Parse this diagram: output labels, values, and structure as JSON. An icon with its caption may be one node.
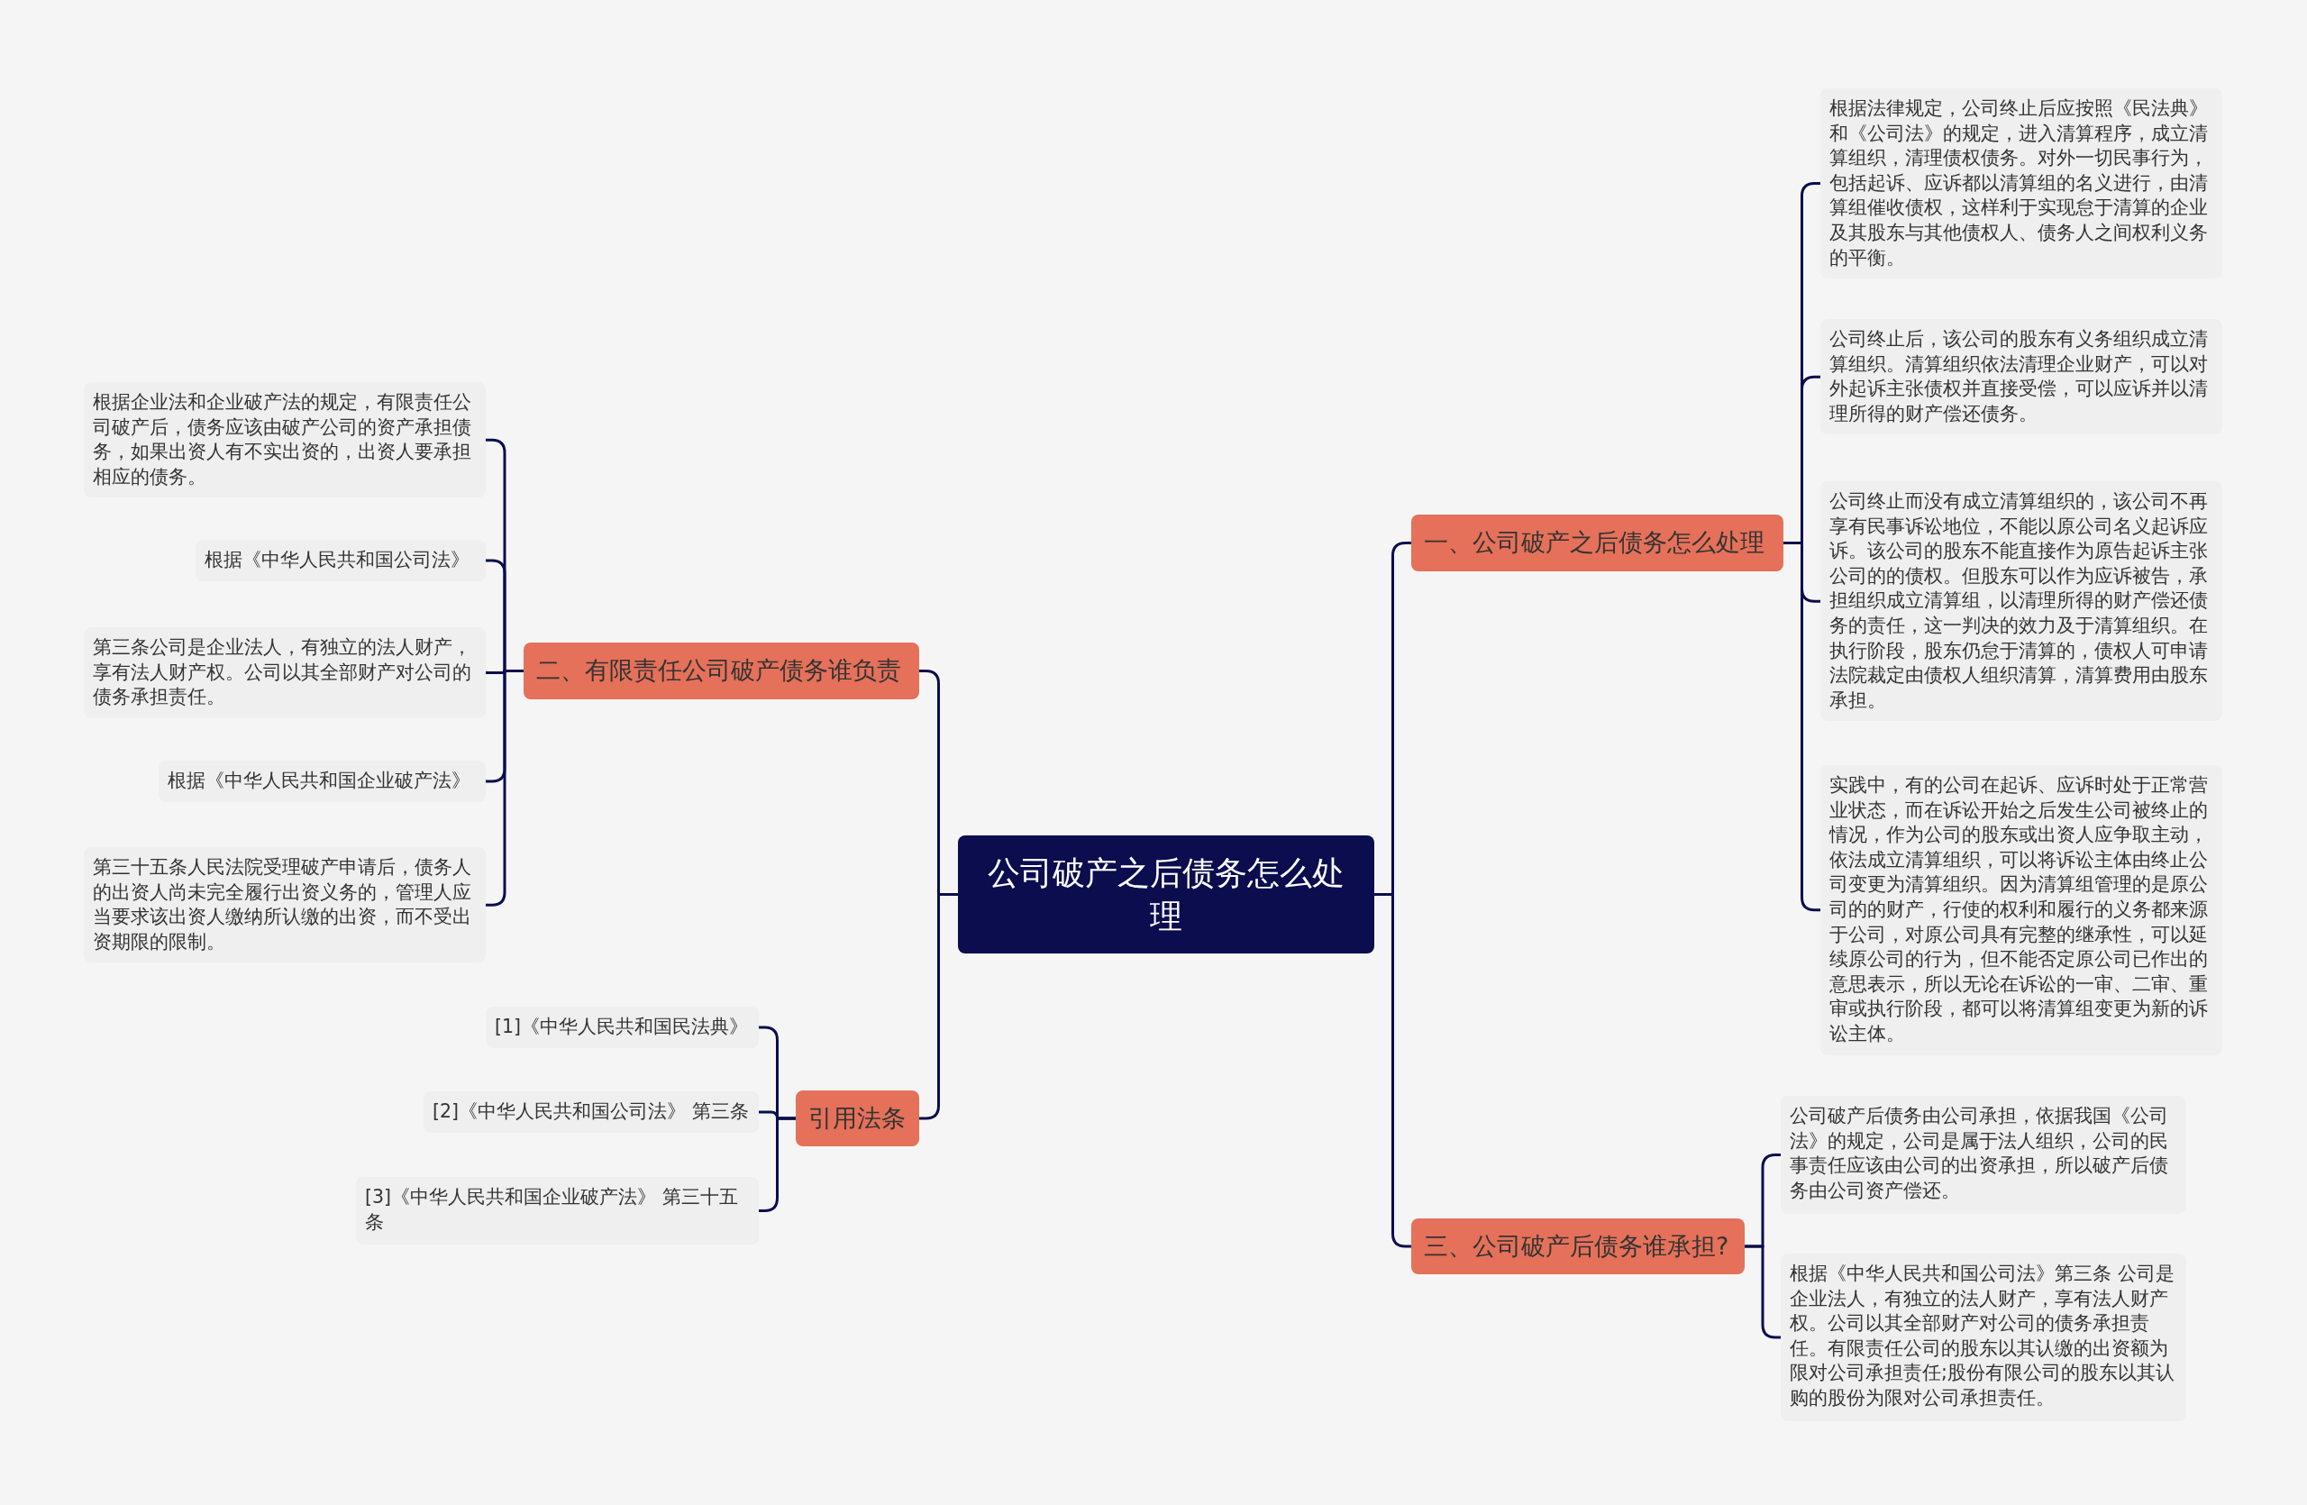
{
  "diagram": {
    "nodes": [
      {
        "text": [
          "公司破产之后债务怎么处理"
        ]
      },
      {
        "text": [
          "一、公司破产之后债务怎么处理"
        ]
      },
      {
        "text": [
          "根据法律规定，公司终止后应按照《民法典》和《公司法》的规定，进入清算程序，成立清算组织，清理债权债务。对外一切民事行为，包括起诉、应诉都以清算组的名义进行，由清算组催收债权，这样利于实现怠于清算的企业及其股东与其他债权人、债务人之间权利义务的平衡。"
        ]
      },
      {
        "text": [
          "公司终止后，该公司的股东有义务组织成立清算组织。清算组织依法清理企业财产，可以对外起诉主张债权并直接受偿，可以应诉并以清理所得的财产偿还债务。"
        ]
      },
      {
        "text": [
          "公司终止而没有成立清算组织的，该公司不再享有民事诉讼地位，不能以原公司名义起诉应诉。该公司的股东不能直接作为原告起诉主张公司的的债权。但股东可以作为应诉被告，承担组织成立清算组，以清理所得的财产偿还债务的责任，这一判决的效力及于清算组织。在执行阶段，股东仍怠于清算的，债权人可申请法院裁定由债权人组织清算，清算费用由股东承担。"
        ]
      },
      {
        "text": [
          "实践中，有的公司在起诉、应诉时处于正常营业状态，而在诉讼开始之后发生公司被终止的情况，作为公司的股东或出资人应争取主动，依法成立清算组织，可以将诉讼主体由终止公司变更为清算组织。因为清算组管理的是原公司的的财产，行使的权利和履行的义务都来源于公司，对原公司具有完整的继承性，可以延续原公司的行为，但不能否定原公司已作出的意思表示，所以无论在诉讼的一审、二审、重审或执行阶段，都可以将清算组变更为新的诉讼主体。"
        ]
      },
      {
        "text": [
          "三、公司破产后债务谁承担?"
        ]
      },
      {
        "text": [
          "公司破产后债务由公司承担，依据我国《公司法》的规定，公司是属于法人组织，公司的民事责任应该由公司的出资承担，所以破产后债务由公司资产偿还。"
        ]
      },
      {
        "text": [
          "根据《中华人民共和国公司法》第三条 公司是企业法人，有独立的法人财产，享有法人财产权。公司以其全部财产对公司的债务承担责任。有限责任公司的股东以其认缴的出资额为限对公司承担责任;股份有限公司的股东以其认购的股份为限对公司承担责任。"
        ]
      },
      {
        "text": [
          "二、有限责任公司破产债务谁负责"
        ]
      },
      {
        "text": [
          "根据企业法和企业破产法的规定，有限责任公司破产后，债务应该由破产公司的资产承担债务，如果出资人有不实出资的，出资人要承担相应的债务。"
        ]
      },
      {
        "text": [
          "根据《中华人民共和国公司法》"
        ]
      },
      {
        "text": [
          "第三条公司是企业法人，有独立的法人财产，享有法人财产权。公司以其全部财产对公司的债务承担责任。"
        ]
      },
      {
        "text": [
          "根据《中华人民共和国企业破产法》"
        ]
      },
      {
        "text": [
          "第三十五条人民法院受理破产申请后，债务人的出资人尚未完全履行出资义务的，管理人应当要求该出资人缴纳所认缴的出资，而不受出资期限的限制。"
        ]
      },
      {
        "text": [
          "引用法条"
        ]
      },
      {
        "text": [
          "[1]《中华人民共和国民法典》"
        ]
      },
      {
        "text": [
          "[2]《中华人民共和国公司法》 第三条"
        ]
      },
      {
        "text": [
          "[3]《中华人民共和国企业破产法》 第三十五条"
        ]
      }
    ],
    "edges": [
      {
        "from": 0,
        "to": 1,
        "arrow": "none"
      },
      {
        "from": 1,
        "to": 2,
        "arrow": "none"
      },
      {
        "from": 1,
        "to": 3,
        "arrow": "none"
      },
      {
        "from": 1,
        "to": 4,
        "arrow": "none"
      },
      {
        "from": 1,
        "to": 5,
        "arrow": "none"
      },
      {
        "from": 0,
        "to": 6,
        "arrow": "none"
      },
      {
        "from": 6,
        "to": 7,
        "arrow": "none"
      },
      {
        "from": 6,
        "to": 8,
        "arrow": "none"
      },
      {
        "from": 0,
        "to": 9,
        "arrow": "none"
      },
      {
        "from": 9,
        "to": 10,
        "arrow": "none"
      },
      {
        "from": 9,
        "to": 11,
        "arrow": "none"
      },
      {
        "from": 9,
        "to": 12,
        "arrow": "none"
      },
      {
        "from": 9,
        "to": 13,
        "arrow": "none"
      },
      {
        "from": 9,
        "to": 14,
        "arrow": "none"
      },
      {
        "from": 0,
        "to": 15,
        "arrow": "none"
      },
      {
        "from": 15,
        "to": 16,
        "arrow": "none"
      },
      {
        "from": 15,
        "to": 17,
        "arrow": "none"
      },
      {
        "from": 15,
        "to": 18,
        "arrow": "none"
      }
    ]
  }
}
